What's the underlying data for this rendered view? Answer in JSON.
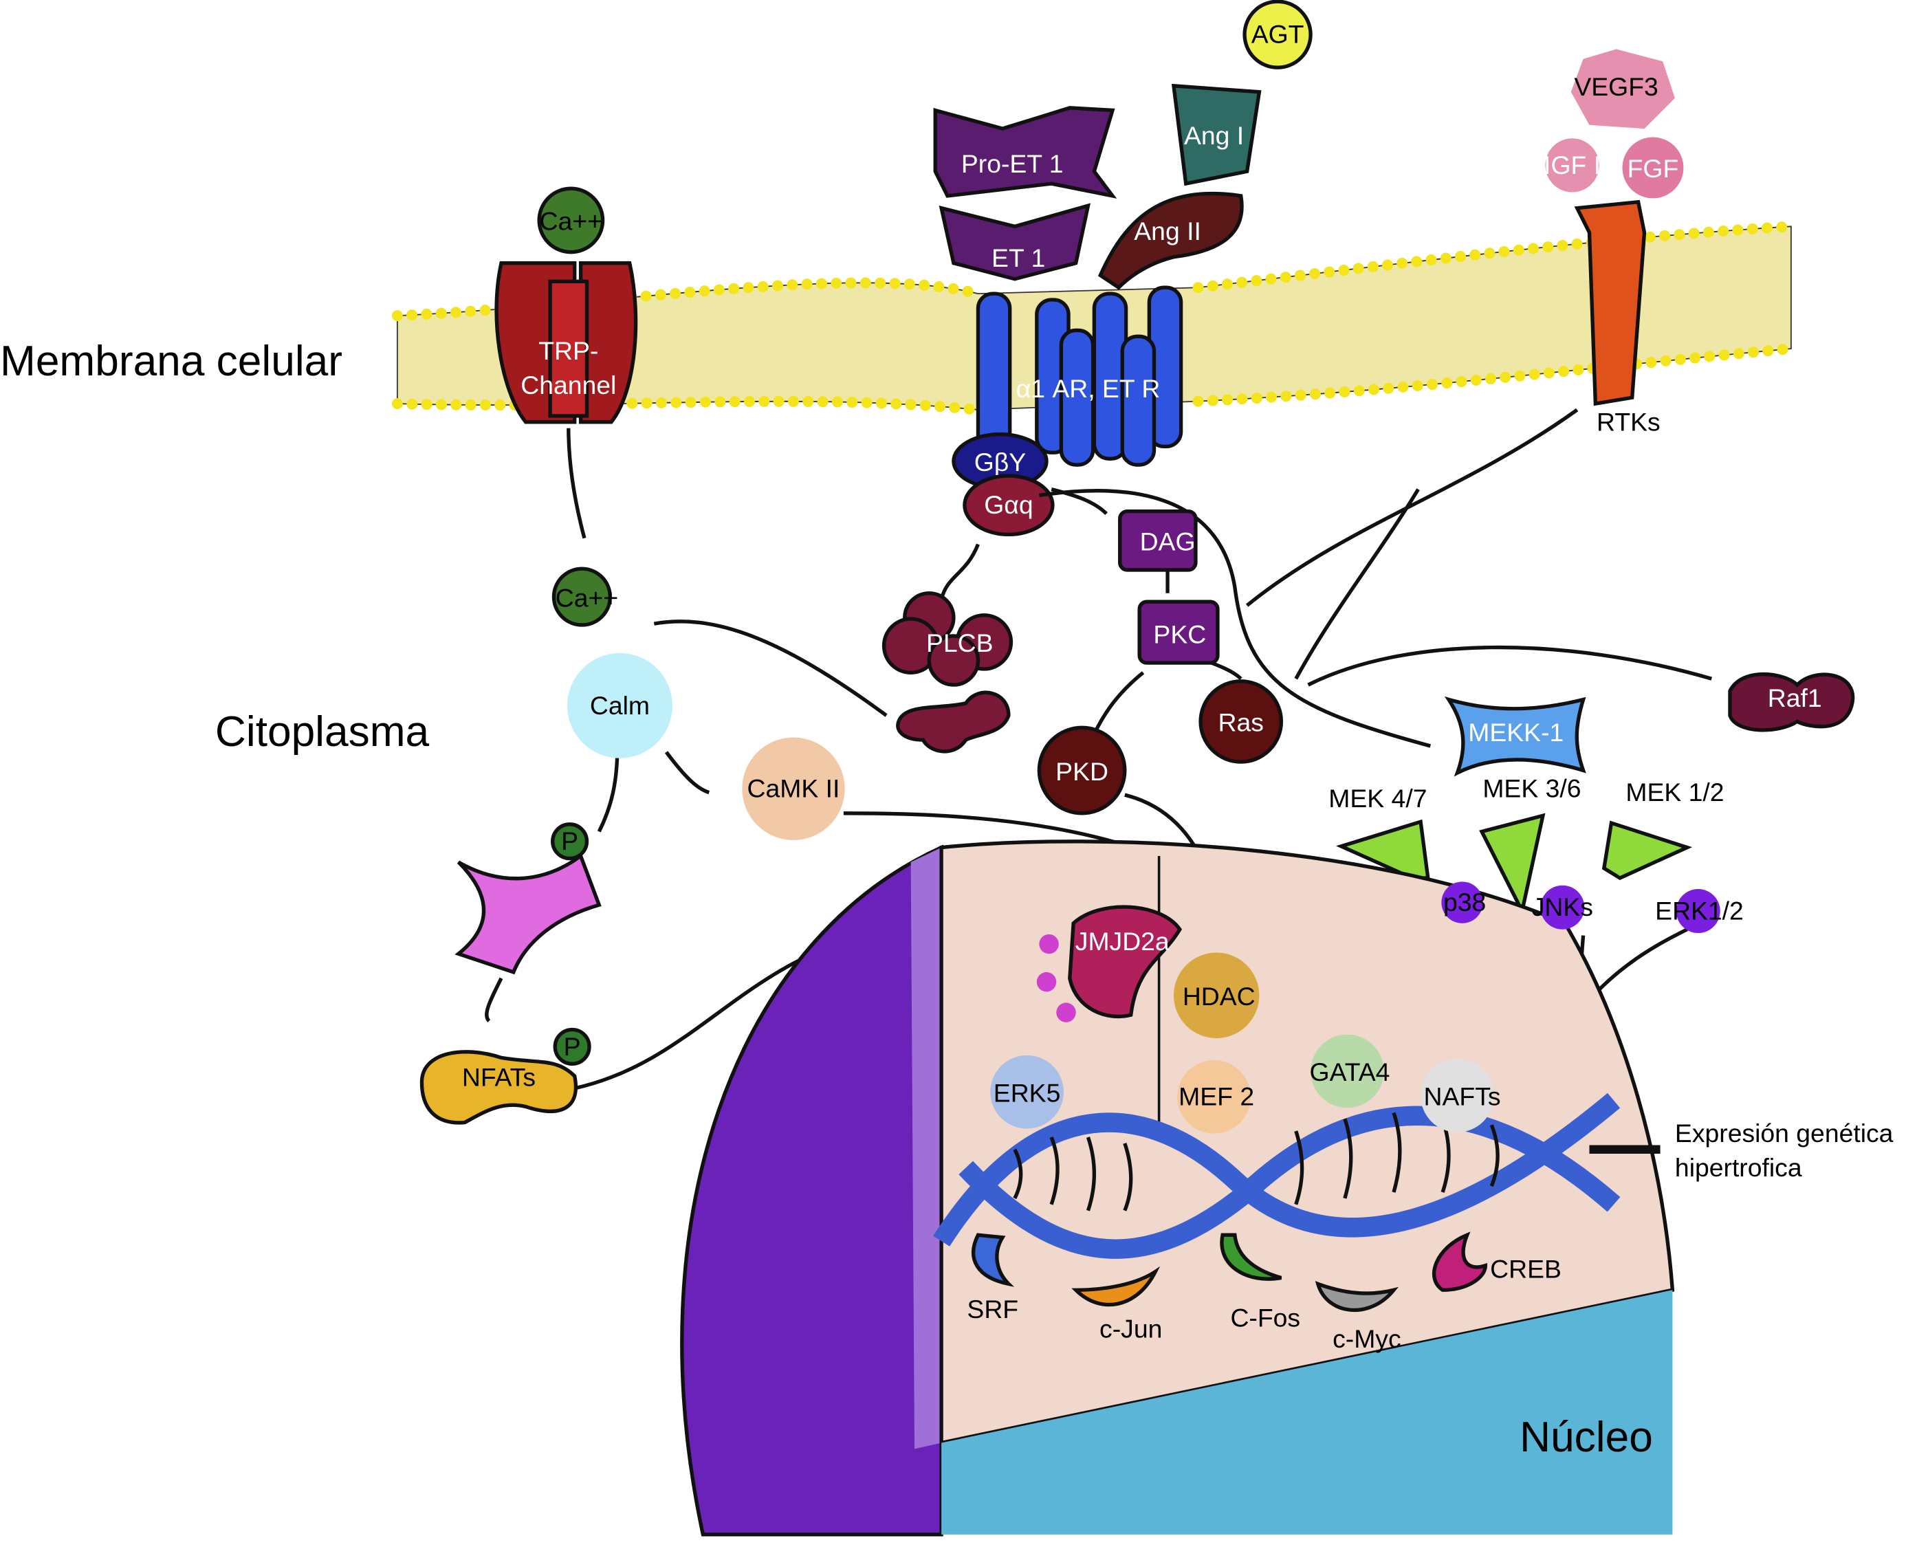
{
  "regions": {
    "membrane": "Membrana celular",
    "cytoplasm": "Citoplasma",
    "nucleus": "Núcleo"
  },
  "output": {
    "line1": "Expresión genética",
    "line2": "hipertrofica"
  },
  "ligands": {
    "agt": "AGT",
    "ang1": "Ang I",
    "ang2": "Ang II",
    "proet1": "Pro-ET 1",
    "et1": "ET 1",
    "vegf3": "VEGF3",
    "igf1": "IGF I",
    "fgf": "FGF",
    "ca_out": "Ca++"
  },
  "receptors": {
    "trp_line1": "TRP-",
    "trp_line2": "Channel",
    "gpcr": "α1 AR, ET R",
    "rtk": "RTKs"
  },
  "cytoplasm": {
    "gby": "GβY",
    "gaq": "Gαq",
    "dag": "DAG",
    "pkc": "PKC",
    "plcb": "PLCB",
    "ca_in": "Ca++",
    "calm": "Calm",
    "camk2": "CaMK II",
    "pkd": "PKD",
    "ras": "Ras",
    "raf1": "Raf1",
    "mekk1": "MEKK-1",
    "mek47": "MEK 4/7",
    "mek36": "MEK 3/6",
    "mek12": "MEK 1/2",
    "p38": "p38",
    "jnks": "JNKs",
    "erk12": "ERK1/2",
    "p1": "P",
    "p2": "P",
    "nfats": "NFATs"
  },
  "nucleus": {
    "jmjd2a": "JMJD2a",
    "hdac": "HDAC",
    "erk5": "ERK5",
    "mef2": "MEF 2",
    "gata4": "GATA4",
    "nafts": "NAFTs",
    "srf": "SRF",
    "cjun": "c-Jun",
    "cfos": "C-Fos",
    "cmyc": "c-Myc",
    "creb": "CREB"
  },
  "colors": {
    "membrane": "#efe7a6",
    "lipid_heads": "#f4e41c",
    "gpcr": "#2f55e0",
    "trp": "#a01a1e",
    "rtk": "#e0521c",
    "nucleus_envelope": "#6a22b8",
    "nucleoplasm": "#f0d8cc",
    "dna": "#3a5fd0",
    "mapk": "#8fd93a",
    "kinase_purple": "#7a1fe0"
  }
}
